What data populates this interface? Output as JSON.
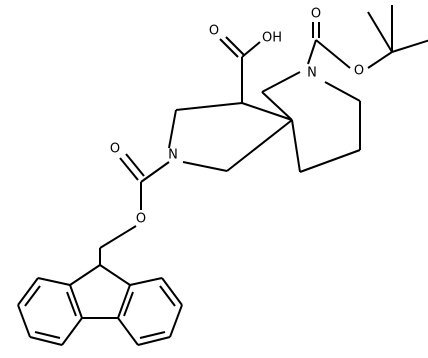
{
  "atoms": {
    "cooh_o": "O",
    "cooh_oh": "OH",
    "boc_carbonyl_o": "O",
    "boc_ester_o": "O",
    "fmoc_carbonyl_o": "O",
    "fmoc_ester_o": "O",
    "pyrrolidine_n": "N",
    "piperidine_n": "N"
  }
}
